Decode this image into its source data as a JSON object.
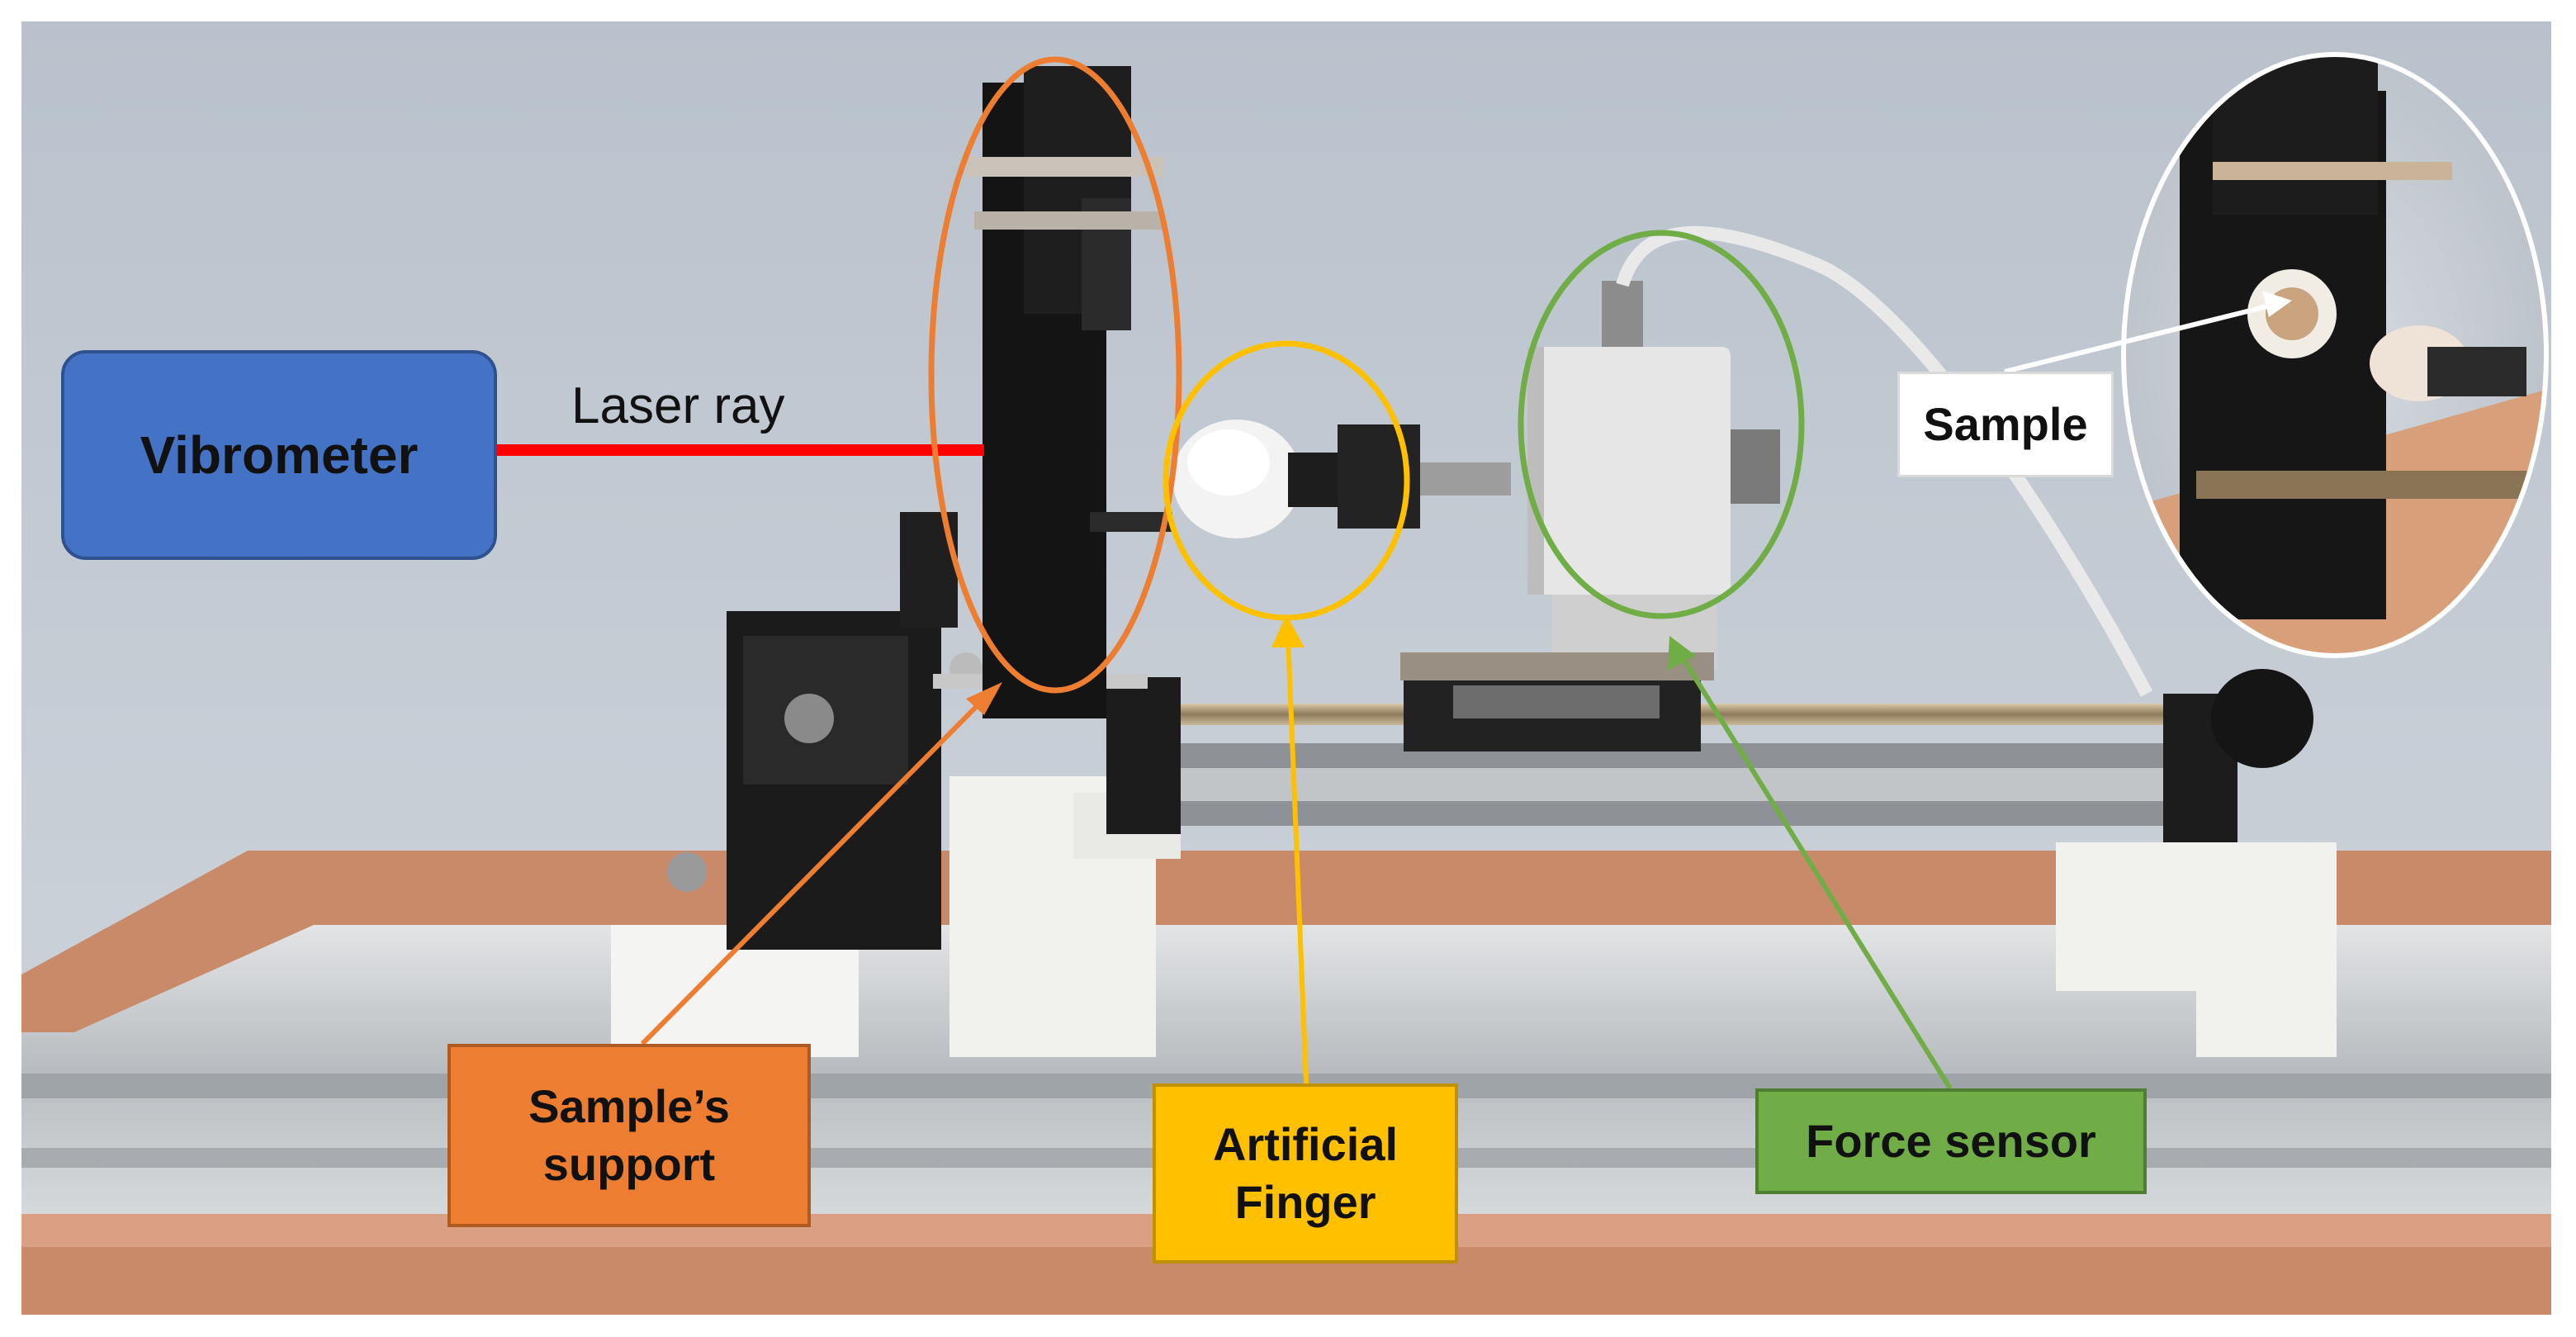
{
  "labels": {
    "vibrometer": "Vibrometer",
    "laser_ray": "Laser ray",
    "sample_support": "Sample’s\nsupport",
    "artificial_finger": "Artificial\nFinger",
    "force_sensor": "Force sensor",
    "sample": "Sample"
  },
  "colors": {
    "vibrometer_box": "#4472c4",
    "laser": "#ff0000",
    "support_callout": "#ed7d31",
    "finger_callout": "#ffc000",
    "force_callout": "#70ad47",
    "sample_box": "#ffffff"
  }
}
